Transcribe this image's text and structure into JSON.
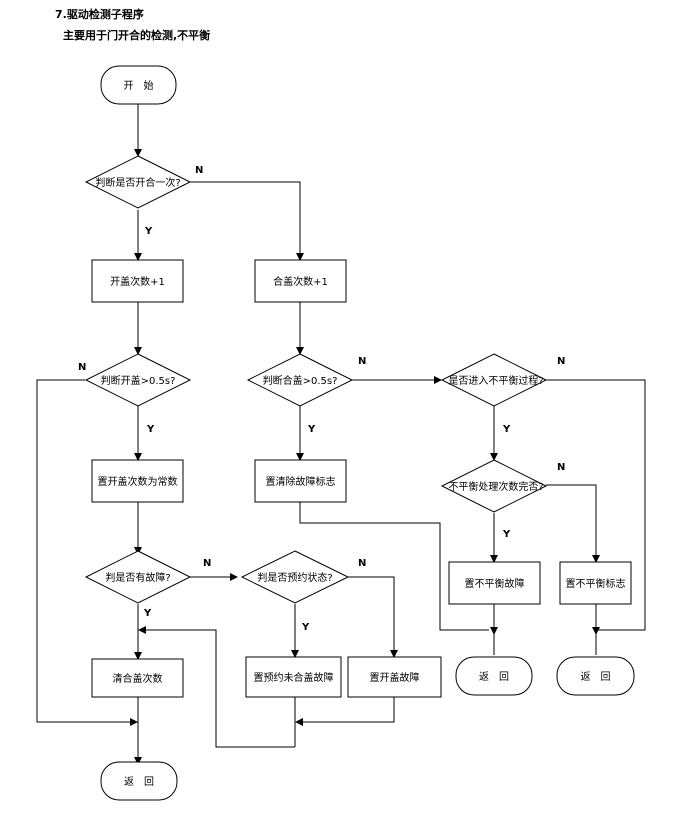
{
  "header": {
    "title": "7.驱动检测子程序",
    "subtitle": "主要用于门开合的检测,不平衡"
  },
  "nodes": {
    "start": "开　始",
    "d_open_once": "判断是否开合一次?",
    "open_count": "开盖次数+1",
    "close_count": "合盖次数+1",
    "d_open_gt": "判断开盖>0.5s?",
    "d_close_gt": "判断合盖>0.5s?",
    "d_unbalance_enter": "是否进入不平衡过程?",
    "set_open_const": "置开盖次数为常数",
    "set_clear_fault": "置清除故障标志",
    "d_unbalance_done": "不平衡处理次数完否?",
    "d_has_fault": "判是否有故障?",
    "d_expected": "判是否预约状态?",
    "set_unbal_fault": "置不平衡故障",
    "set_unbal_flag": "置不平衡标志",
    "clear_close": "清合盖次数",
    "set_expected_fault": "置预约未合盖故障",
    "set_open_fault": "置开盖故障",
    "ret_1": "返　回",
    "ret_2": "返　回",
    "ret_3": "返　回"
  },
  "labels": {
    "yes": "Y",
    "no": "N"
  }
}
